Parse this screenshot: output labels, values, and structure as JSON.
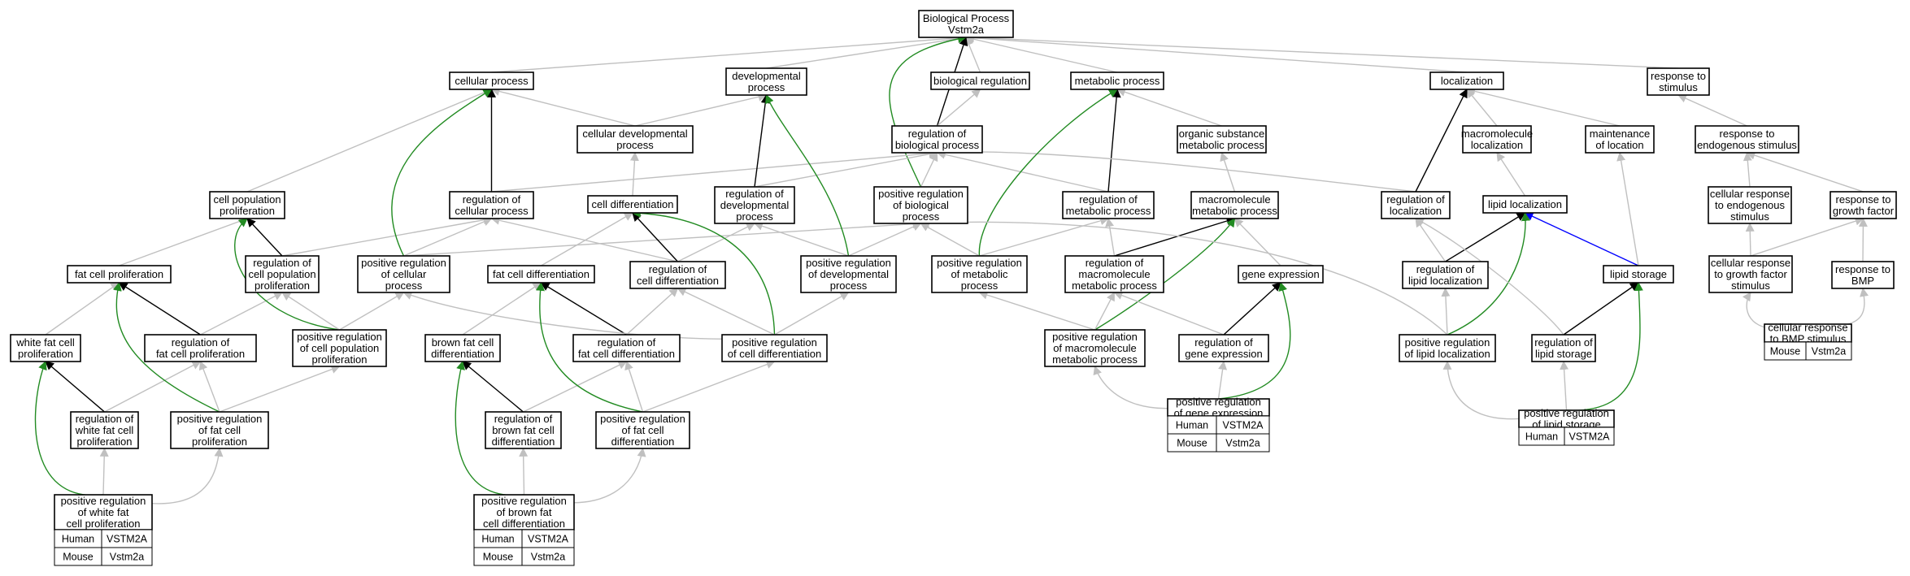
{
  "colors": {
    "regulates": "#c0c0c0",
    "is_a": "#000000",
    "positively_regulates": "#228b22",
    "part_of": "#0000ff",
    "human": "#f26249",
    "mouse": "#a9d3e3"
  },
  "nodes": [
    {
      "id": "bp",
      "lines": [
        "Biological Process",
        "Vstm2a"
      ]
    },
    {
      "id": "cp",
      "lines": [
        "cellular process"
      ]
    },
    {
      "id": "dp",
      "lines": [
        "developmental",
        "process"
      ]
    },
    {
      "id": "br",
      "lines": [
        "biological regulation"
      ]
    },
    {
      "id": "mp",
      "lines": [
        "metabolic process"
      ]
    },
    {
      "id": "loc",
      "lines": [
        "localization"
      ]
    },
    {
      "id": "rts",
      "lines": [
        "response to",
        "stimulus"
      ]
    },
    {
      "id": "cdp",
      "lines": [
        "cellular developmental",
        "process"
      ]
    },
    {
      "id": "rbp",
      "lines": [
        "regulation of",
        "biological process"
      ]
    },
    {
      "id": "osmp",
      "lines": [
        "organic substance",
        "metabolic process"
      ]
    },
    {
      "id": "ml",
      "lines": [
        "macromolecule",
        "localization"
      ]
    },
    {
      "id": "mol",
      "lines": [
        "maintenance",
        "of location"
      ]
    },
    {
      "id": "rtes",
      "lines": [
        "response to",
        "endogenous stimulus"
      ]
    },
    {
      "id": "cpp",
      "lines": [
        "cell population",
        "proliferation"
      ]
    },
    {
      "id": "rcp",
      "lines": [
        "regulation of",
        "cellular process"
      ]
    },
    {
      "id": "cd",
      "lines": [
        "cell differentiation"
      ]
    },
    {
      "id": "rdp",
      "lines": [
        "regulation of",
        "developmental",
        "process"
      ]
    },
    {
      "id": "prbp",
      "lines": [
        "positive regulation",
        "of biological",
        "process"
      ]
    },
    {
      "id": "rmp",
      "lines": [
        "regulation of",
        "metabolic process"
      ]
    },
    {
      "id": "mmp",
      "lines": [
        "macromolecule",
        "metabolic process"
      ]
    },
    {
      "id": "rloc",
      "lines": [
        "regulation of",
        "localization"
      ]
    },
    {
      "id": "lloc",
      "lines": [
        "lipid localization"
      ]
    },
    {
      "id": "crtes",
      "lines": [
        "cellular response",
        "to endogenous",
        "stimulus"
      ]
    },
    {
      "id": "rtgf",
      "lines": [
        "response to",
        "growth factor"
      ]
    },
    {
      "id": "fcp",
      "lines": [
        "fat cell proliferation"
      ]
    },
    {
      "id": "rcpp",
      "lines": [
        "regulation of",
        "cell population",
        "proliferation"
      ]
    },
    {
      "id": "prcp",
      "lines": [
        "positive regulation",
        "of cellular",
        "process"
      ]
    },
    {
      "id": "fcd",
      "lines": [
        "fat cell differentiation"
      ]
    },
    {
      "id": "rcd",
      "lines": [
        "regulation of",
        "cell differentiation"
      ]
    },
    {
      "id": "prdp",
      "lines": [
        "positive regulation",
        "of developmental",
        "process"
      ]
    },
    {
      "id": "prmp",
      "lines": [
        "positive regulation",
        "of metabolic",
        "process"
      ]
    },
    {
      "id": "rmmp",
      "lines": [
        "regulation of",
        "macromolecule",
        "metabolic process"
      ]
    },
    {
      "id": "ge",
      "lines": [
        "gene expression"
      ]
    },
    {
      "id": "rll",
      "lines": [
        "regulation of",
        "lipid localization"
      ]
    },
    {
      "id": "ls",
      "lines": [
        "lipid storage"
      ]
    },
    {
      "id": "crgfs",
      "lines": [
        "cellular response",
        "to growth factor",
        "stimulus"
      ]
    },
    {
      "id": "rtbmp",
      "lines": [
        "response to",
        "BMP"
      ]
    },
    {
      "id": "wfcp",
      "lines": [
        "white fat cell",
        "proliferation"
      ]
    },
    {
      "id": "rfcp",
      "lines": [
        "regulation of",
        "fat cell proliferation"
      ]
    },
    {
      "id": "prcpp",
      "lines": [
        "positive regulation",
        "of cell population",
        "proliferation"
      ]
    },
    {
      "id": "bfcd",
      "lines": [
        "brown fat cell",
        "differentiation"
      ]
    },
    {
      "id": "rfcd",
      "lines": [
        "regulation of",
        "fat cell differentiation"
      ]
    },
    {
      "id": "prcd",
      "lines": [
        "positive regulation",
        "of cell differentiation"
      ]
    },
    {
      "id": "prmmp",
      "lines": [
        "positive regulation",
        "of macromolecule",
        "metabolic process"
      ]
    },
    {
      "id": "rge",
      "lines": [
        "regulation of",
        "gene expression"
      ]
    },
    {
      "id": "prll",
      "lines": [
        "positive regulation",
        "of lipid localization"
      ]
    },
    {
      "id": "rls",
      "lines": [
        "regulation of",
        "lipid storage"
      ]
    },
    {
      "id": "crbmp",
      "lines": [
        "cellular response",
        "to BMP stimulus"
      ],
      "table": [
        [
          "Mouse",
          "Vstm2a"
        ]
      ]
    },
    {
      "id": "rwfcp",
      "lines": [
        "regulation of",
        "white fat cell",
        "proliferation"
      ]
    },
    {
      "id": "prfcp",
      "lines": [
        "positive regulation",
        "of fat cell",
        "proliferation"
      ]
    },
    {
      "id": "rbfcd",
      "lines": [
        "regulation of",
        "brown fat cell",
        "differentiation"
      ]
    },
    {
      "id": "prfcd",
      "lines": [
        "positive regulation",
        "of fat cell",
        "differentiation"
      ]
    },
    {
      "id": "prge",
      "lines": [
        "positive regulation",
        "of gene expression"
      ],
      "table": [
        [
          "Human",
          "VSTM2A"
        ],
        [
          "Mouse",
          "Vstm2a"
        ]
      ]
    },
    {
      "id": "prls",
      "lines": [
        "positive regulation",
        "of lipid storage"
      ],
      "table": [
        [
          "Human",
          "VSTM2A"
        ]
      ]
    },
    {
      "id": "prwfcp",
      "lines": [
        "positive regulation",
        "of white fat",
        "cell proliferation"
      ],
      "table": [
        [
          "Human",
          "VSTM2A"
        ],
        [
          "Mouse",
          "Vstm2a"
        ]
      ]
    },
    {
      "id": "prbfcd",
      "lines": [
        "positive regulation",
        "of brown fat",
        "cell differentiation"
      ],
      "table": [
        [
          "Human",
          "VSTM2A"
        ],
        [
          "Mouse",
          "Vstm2a"
        ]
      ]
    }
  ],
  "edges": [
    {
      "from": "cp",
      "to": "bp",
      "type": "regulates"
    },
    {
      "from": "dp",
      "to": "bp",
      "type": "regulates"
    },
    {
      "from": "br",
      "to": "bp",
      "type": "regulates"
    },
    {
      "from": "mp",
      "to": "bp",
      "type": "regulates"
    },
    {
      "from": "loc",
      "to": "bp",
      "type": "regulates"
    },
    {
      "from": "rts",
      "to": "bp",
      "type": "regulates"
    },
    {
      "from": "rbp",
      "to": "bp",
      "type": "is_a"
    },
    {
      "from": "prbp",
      "to": "bp",
      "type": "positively_regulates"
    },
    {
      "from": "cdp",
      "to": "cp",
      "type": "regulates"
    },
    {
      "from": "cdp",
      "to": "dp",
      "type": "regulates"
    },
    {
      "from": "rbp",
      "to": "br",
      "type": "regulates"
    },
    {
      "from": "osmp",
      "to": "mp",
      "type": "regulates"
    },
    {
      "from": "ml",
      "to": "loc",
      "type": "regulates"
    },
    {
      "from": "mol",
      "to": "loc",
      "type": "regulates"
    },
    {
      "from": "rtes",
      "to": "rts",
      "type": "regulates"
    },
    {
      "from": "cpp",
      "to": "cp",
      "type": "regulates"
    },
    {
      "from": "rcp",
      "to": "cp",
      "type": "is_a"
    },
    {
      "from": "rcp",
      "to": "rbp",
      "type": "regulates"
    },
    {
      "from": "cd",
      "to": "cdp",
      "type": "regulates"
    },
    {
      "from": "rdp",
      "to": "dp",
      "type": "is_a"
    },
    {
      "from": "rdp",
      "to": "rbp",
      "type": "regulates"
    },
    {
      "from": "prbp",
      "to": "rbp",
      "type": "regulates"
    },
    {
      "from": "rmp",
      "to": "rbp",
      "type": "regulates"
    },
    {
      "from": "rmp",
      "to": "mp",
      "type": "is_a"
    },
    {
      "from": "mmp",
      "to": "osmp",
      "type": "regulates"
    },
    {
      "from": "rloc",
      "to": "rbp",
      "type": "regulates"
    },
    {
      "from": "rloc",
      "to": "loc",
      "type": "is_a"
    },
    {
      "from": "lloc",
      "to": "ml",
      "type": "regulates"
    },
    {
      "from": "crtes",
      "to": "rtes",
      "type": "regulates"
    },
    {
      "from": "rtgf",
      "to": "rtes",
      "type": "regulates"
    },
    {
      "from": "fcp",
      "to": "cpp",
      "type": "regulates"
    },
    {
      "from": "rcpp",
      "to": "cpp",
      "type": "is_a"
    },
    {
      "from": "rcpp",
      "to": "rcp",
      "type": "regulates"
    },
    {
      "from": "prcp",
      "to": "cp",
      "type": "positively_regulates"
    },
    {
      "from": "prcp",
      "to": "rcp",
      "type": "regulates"
    },
    {
      "from": "prcp",
      "to": "prbp",
      "type": "regulates"
    },
    {
      "from": "fcd",
      "to": "cd",
      "type": "regulates"
    },
    {
      "from": "rcd",
      "to": "cd",
      "type": "is_a"
    },
    {
      "from": "rcd",
      "to": "rdp",
      "type": "regulates"
    },
    {
      "from": "rcd",
      "to": "rcp",
      "type": "regulates"
    },
    {
      "from": "prdp",
      "to": "dp",
      "type": "positively_regulates"
    },
    {
      "from": "prdp",
      "to": "rdp",
      "type": "regulates"
    },
    {
      "from": "prdp",
      "to": "prbp",
      "type": "regulates"
    },
    {
      "from": "prmp",
      "to": "mp",
      "type": "positively_regulates"
    },
    {
      "from": "prmp",
      "to": "rmp",
      "type": "regulates"
    },
    {
      "from": "prmp",
      "to": "prbp",
      "type": "regulates"
    },
    {
      "from": "rmmp",
      "to": "rmp",
      "type": "regulates"
    },
    {
      "from": "rmmp",
      "to": "mmp",
      "type": "is_a"
    },
    {
      "from": "ge",
      "to": "mmp",
      "type": "regulates"
    },
    {
      "from": "rll",
      "to": "lloc",
      "type": "is_a"
    },
    {
      "from": "rll",
      "to": "rloc",
      "type": "regulates"
    },
    {
      "from": "ls",
      "to": "lloc",
      "type": "part_of"
    },
    {
      "from": "ls",
      "to": "mol",
      "type": "regulates"
    },
    {
      "from": "crgfs",
      "to": "crtes",
      "type": "regulates"
    },
    {
      "from": "crgfs",
      "to": "rtgf",
      "type": "regulates"
    },
    {
      "from": "rtbmp",
      "to": "rtgf",
      "type": "regulates"
    },
    {
      "from": "wfcp",
      "to": "fcp",
      "type": "regulates"
    },
    {
      "from": "rfcp",
      "to": "fcp",
      "type": "is_a"
    },
    {
      "from": "rfcp",
      "to": "rcpp",
      "type": "regulates"
    },
    {
      "from": "prcpp",
      "to": "cpp",
      "type": "positively_regulates"
    },
    {
      "from": "prcpp",
      "to": "rcpp",
      "type": "regulates"
    },
    {
      "from": "prcpp",
      "to": "prcp",
      "type": "regulates"
    },
    {
      "from": "bfcd",
      "to": "fcd",
      "type": "regulates"
    },
    {
      "from": "rfcd",
      "to": "fcd",
      "type": "is_a"
    },
    {
      "from": "rfcd",
      "to": "rcd",
      "type": "regulates"
    },
    {
      "from": "prcd",
      "to": "cd",
      "type": "positively_regulates"
    },
    {
      "from": "prcd",
      "to": "rcd",
      "type": "regulates"
    },
    {
      "from": "prcd",
      "to": "prcp",
      "type": "regulates"
    },
    {
      "from": "prcd",
      "to": "prdp",
      "type": "regulates"
    },
    {
      "from": "prmmp",
      "to": "mmp",
      "type": "positively_regulates"
    },
    {
      "from": "prmmp",
      "to": "rmmp",
      "type": "regulates"
    },
    {
      "from": "prmmp",
      "to": "prmp",
      "type": "regulates"
    },
    {
      "from": "rge",
      "to": "ge",
      "type": "is_a"
    },
    {
      "from": "rge",
      "to": "rmmp",
      "type": "regulates"
    },
    {
      "from": "prll",
      "to": "lloc",
      "type": "positively_regulates"
    },
    {
      "from": "prll",
      "to": "rll",
      "type": "regulates"
    },
    {
      "from": "prll",
      "to": "prbp",
      "type": "regulates"
    },
    {
      "from": "rls",
      "to": "ls",
      "type": "is_a"
    },
    {
      "from": "rls",
      "to": "rloc",
      "type": "regulates"
    },
    {
      "from": "crbmp",
      "to": "crgfs",
      "type": "regulates"
    },
    {
      "from": "crbmp",
      "to": "rtbmp",
      "type": "regulates"
    },
    {
      "from": "rwfcp",
      "to": "wfcp",
      "type": "is_a"
    },
    {
      "from": "rwfcp",
      "to": "rfcp",
      "type": "regulates"
    },
    {
      "from": "prfcp",
      "to": "fcp",
      "type": "positively_regulates"
    },
    {
      "from": "prfcp",
      "to": "rfcp",
      "type": "regulates"
    },
    {
      "from": "prfcp",
      "to": "prcpp",
      "type": "regulates"
    },
    {
      "from": "rbfcd",
      "to": "bfcd",
      "type": "is_a"
    },
    {
      "from": "rbfcd",
      "to": "rfcd",
      "type": "regulates"
    },
    {
      "from": "prfcd",
      "to": "fcd",
      "type": "positively_regulates"
    },
    {
      "from": "prfcd",
      "to": "rfcd",
      "type": "regulates"
    },
    {
      "from": "prfcd",
      "to": "prcd",
      "type": "regulates"
    },
    {
      "from": "prge",
      "to": "ge",
      "type": "positively_regulates"
    },
    {
      "from": "prge",
      "to": "rge",
      "type": "regulates"
    },
    {
      "from": "prge",
      "to": "prmmp",
      "type": "regulates"
    },
    {
      "from": "prls",
      "to": "ls",
      "type": "positively_regulates"
    },
    {
      "from": "prls",
      "to": "rls",
      "type": "regulates"
    },
    {
      "from": "prls",
      "to": "prll",
      "type": "regulates"
    },
    {
      "from": "prwfcp",
      "to": "wfcp",
      "type": "positively_regulates"
    },
    {
      "from": "prwfcp",
      "to": "rwfcp",
      "type": "regulates"
    },
    {
      "from": "prwfcp",
      "to": "prfcp",
      "type": "regulates"
    },
    {
      "from": "prbfcd",
      "to": "bfcd",
      "type": "positively_regulates"
    },
    {
      "from": "prbfcd",
      "to": "rbfcd",
      "type": "regulates"
    },
    {
      "from": "prbfcd",
      "to": "prfcd",
      "type": "regulates"
    }
  ]
}
